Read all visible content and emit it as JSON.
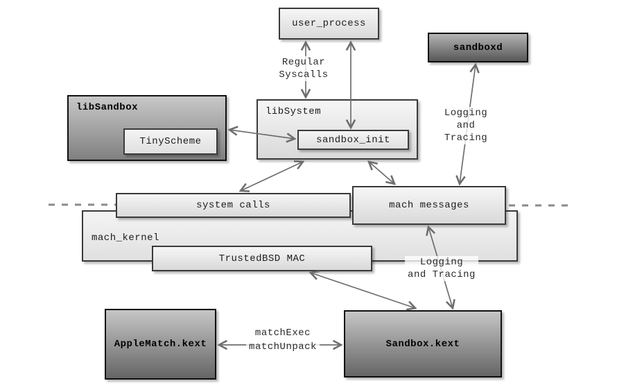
{
  "boxes": {
    "user_process": {
      "label": "user_process"
    },
    "sandboxd": {
      "label": "sandboxd"
    },
    "libsandbox": {
      "label": "libSandbox"
    },
    "tinyscheme": {
      "label": "TinyScheme"
    },
    "libsystem": {
      "label": "libSystem"
    },
    "sandbox_init": {
      "label": "sandbox_init"
    },
    "system_calls": {
      "label": "system calls"
    },
    "mach_messages": {
      "label": "mach messages"
    },
    "mach_kernel": {
      "label": "mach_kernel"
    },
    "trustedbsd_mac": {
      "label": "TrustedBSD MAC"
    },
    "applematch_kext": {
      "label": "AppleMatch.kext"
    },
    "sandbox_kext": {
      "label": "Sandbox.kext"
    }
  },
  "edge_labels": {
    "regular_syscalls": {
      "lines": [
        "Regular",
        "Syscalls"
      ]
    },
    "logging_tracing_upper": {
      "lines": [
        "Logging",
        "and",
        "Tracing"
      ]
    },
    "logging_tracing_lower": {
      "lines": [
        "Logging",
        "and Tracing"
      ]
    },
    "match_calls": {
      "lines": [
        "matchExec",
        "matchUnpack"
      ]
    }
  },
  "edges": [
    {
      "from": "user_process",
      "to": "libSystem",
      "bidirectional": true,
      "label": "Regular Syscalls"
    },
    {
      "from": "user_process",
      "to": "sandbox_init",
      "bidirectional": true,
      "label": ""
    },
    {
      "from": "libSandbox",
      "to": "sandbox_init",
      "bidirectional": true,
      "label": ""
    },
    {
      "from": "libSystem",
      "to": "system calls",
      "bidirectional": true,
      "label": ""
    },
    {
      "from": "libSystem",
      "to": "mach messages",
      "bidirectional": true,
      "label": ""
    },
    {
      "from": "sandboxd",
      "to": "mach messages",
      "bidirectional": true,
      "label": "Logging and Tracing"
    },
    {
      "from": "mach messages",
      "to": "Sandbox.kext",
      "bidirectional": true,
      "label": "Logging and Tracing"
    },
    {
      "from": "TrustedBSD MAC",
      "to": "Sandbox.kext",
      "bidirectional": true,
      "label": ""
    },
    {
      "from": "AppleMatch.kext",
      "to": "Sandbox.kext",
      "bidirectional": true,
      "label": "matchExec matchUnpack"
    }
  ],
  "colors": {
    "arrow": "#6e6e6e",
    "dashed_boundary": "#8a8a8a",
    "light_box_top": "#f6f6f6",
    "light_box_bottom": "#d9d9d9",
    "dark_box_top": "#c6c6c6",
    "dark_box_bottom": "#656565",
    "background": "#ffffff"
  }
}
